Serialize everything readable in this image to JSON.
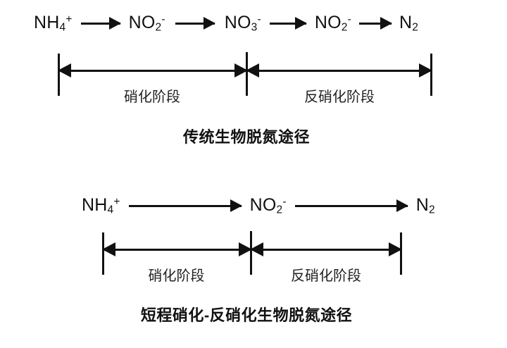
{
  "figure": {
    "background_color": "#ffffff",
    "ink_color": "#111111"
  },
  "diagrams": [
    {
      "id": "conventional",
      "caption": "传统生物脱氮途径",
      "chain": {
        "species": [
          {
            "formula": "NH4+",
            "base": "NH",
            "sub": "4",
            "sup": "+"
          },
          {
            "formula": "NO2-",
            "base": "NO",
            "sub": "2",
            "sup": "-"
          },
          {
            "formula": "NO3-",
            "base": "NO",
            "sub": "3",
            "sup": "-"
          },
          {
            "formula": "NO2-",
            "base": "NO",
            "sub": "2",
            "sup": "-"
          },
          {
            "formula": "N2",
            "base": "N",
            "sub": "2",
            "sup": ""
          }
        ],
        "arrows": [
          "→",
          "→",
          "→",
          "→"
        ]
      },
      "stages": [
        {
          "label": "硝化阶段"
        },
        {
          "label": "反硝化阶段"
        }
      ]
    },
    {
      "id": "shortcut",
      "caption": "短程硝化-反硝化生物脱氮途径",
      "chain": {
        "species": [
          {
            "formula": "NH4+",
            "base": "NH",
            "sub": "4",
            "sup": "+"
          },
          {
            "formula": "NO2-",
            "base": "NO",
            "sub": "2",
            "sup": "-"
          },
          {
            "formula": "N2",
            "base": "N",
            "sub": "2",
            "sup": ""
          }
        ],
        "arrows": [
          "→",
          "→"
        ]
      },
      "stages": [
        {
          "label": "硝化阶段"
        },
        {
          "label": "反硝化阶段"
        }
      ]
    }
  ]
}
